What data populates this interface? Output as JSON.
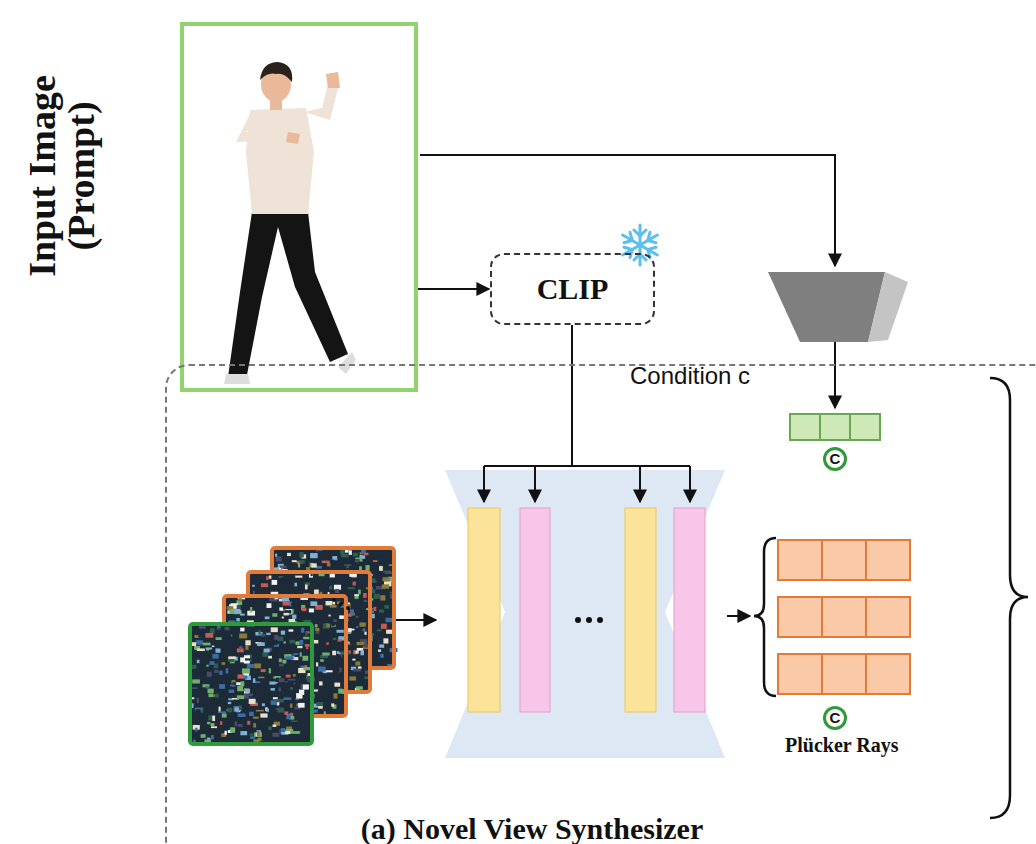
{
  "diagram": {
    "nodes": [
      {
        "text": [
          "Input Image (Prompt)"
        ]
      },
      {
        "text": [
          "CLIP"
        ]
      },
      {
        "text": [
          "(a) Novel View Synthesizer"
        ]
      }
    ],
    "edges": [
      {
        "from": 0,
        "to": 1,
        "arrow": "to"
      }
    ],
    "labels": [
      "Condition c",
      "C",
      "C",
      "Plücker Rays"
    ]
  }
}
